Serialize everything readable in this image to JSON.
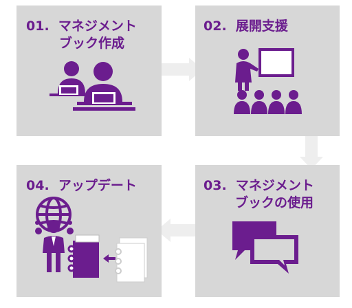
{
  "colors": {
    "accent": "#6b1d8e",
    "box_bg": "#d7d7d7",
    "arrow": "#eeeeee"
  },
  "steps": [
    {
      "number": "01.",
      "title_line1": "マネジメント",
      "title_line2": "ブック作成",
      "icon": "team-at-laptops-icon"
    },
    {
      "number": "02.",
      "title_line1": "展開支援",
      "icon": "presenter-with-audience-icon"
    },
    {
      "number": "03.",
      "title_line1": "マネジメント",
      "title_line2": "ブックの使用",
      "icon": "speech-bubbles-icon"
    },
    {
      "number": "04.",
      "title_line1": "アップデート",
      "icon": "globe-person-and-binder-icon"
    }
  ]
}
